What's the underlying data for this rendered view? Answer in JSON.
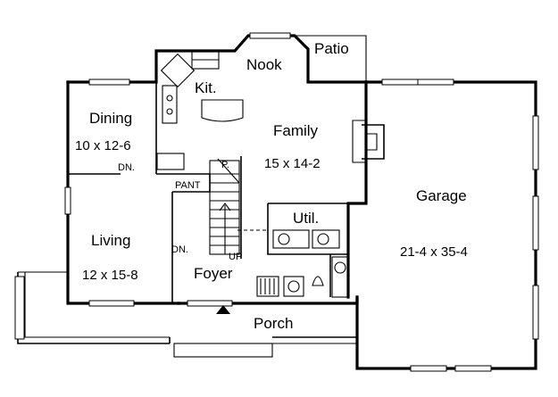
{
  "rooms": {
    "patio": "Patio",
    "nook": "Nook",
    "kitchen": "Kit.",
    "dining": "Dining",
    "dining_size": "10 x 12-6",
    "family": "Family",
    "family_size": "15 x 14-2",
    "garage": "Garage",
    "garage_size": "21-4 x 35-4",
    "util": "Util.",
    "living": "Living",
    "living_size": "12 x 15-8",
    "foyer": "Foyer",
    "porch": "Porch",
    "pantry": "PANT",
    "pantry_p": "P."
  },
  "stair_labels": {
    "dn_dining": "DN.",
    "dn_living": "DN.",
    "up": "UP"
  }
}
